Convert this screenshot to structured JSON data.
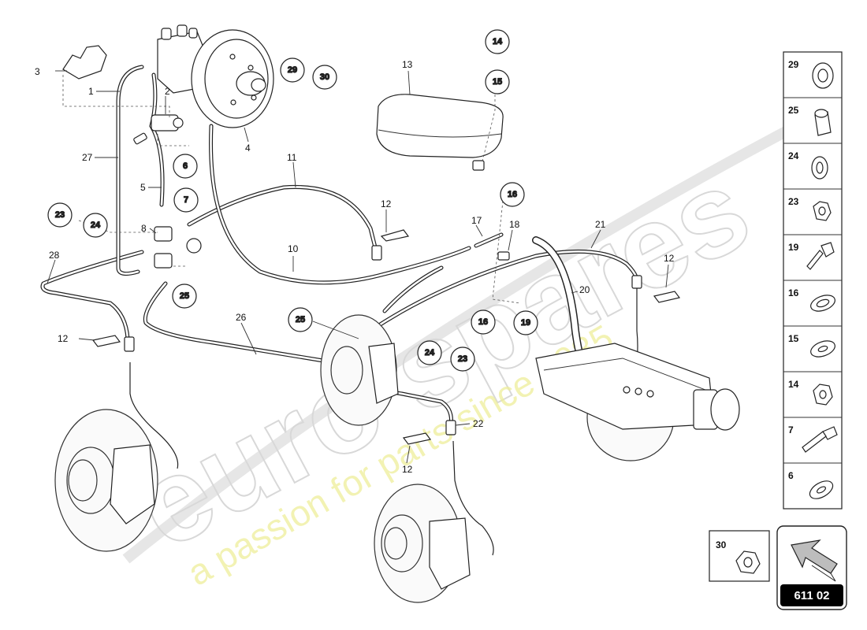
{
  "watermark": {
    "brand": "euro spares",
    "slogan": "a passion for parts since 1985"
  },
  "diagram_code": "611 02",
  "callouts": {
    "c14": "14",
    "c15": "15",
    "c29": "29",
    "c30": "30",
    "c6": "6",
    "c7": "7",
    "c23": "23",
    "c24": "24",
    "c25a": "25",
    "c16a": "16",
    "c25b": "25",
    "c16b": "16",
    "c19": "19",
    "c24b": "24",
    "c23b": "23"
  },
  "labels": {
    "l3": "3",
    "l1": "1",
    "l2": "2",
    "l4": "4",
    "l27": "27",
    "l5": "5",
    "l8": "8",
    "l28": "28",
    "l12a": "12",
    "l11": "11",
    "l13": "13",
    "l12b": "12",
    "l17": "17",
    "l18": "18",
    "l10": "10",
    "l21": "21",
    "l12c": "12",
    "l20": "20",
    "l26": "26",
    "l22": "22",
    "l12d": "12"
  },
  "parts_list": [
    {
      "number": "29",
      "icon": "ring-icon"
    },
    {
      "number": "25",
      "icon": "sleeve-icon"
    },
    {
      "number": "24",
      "icon": "washer-icon"
    },
    {
      "number": "23",
      "icon": "hex-nut-icon"
    },
    {
      "number": "19",
      "icon": "banjo-bolt-icon"
    },
    {
      "number": "16",
      "icon": "seal-ring-icon"
    },
    {
      "number": "15",
      "icon": "flat-washer-icon"
    },
    {
      "number": "14",
      "icon": "lock-nut-icon"
    },
    {
      "number": "7",
      "icon": "bolt-icon"
    },
    {
      "number": "6",
      "icon": "flat-washer-icon"
    }
  ],
  "extra_part": {
    "number": "30",
    "icon": "nut-icon"
  }
}
